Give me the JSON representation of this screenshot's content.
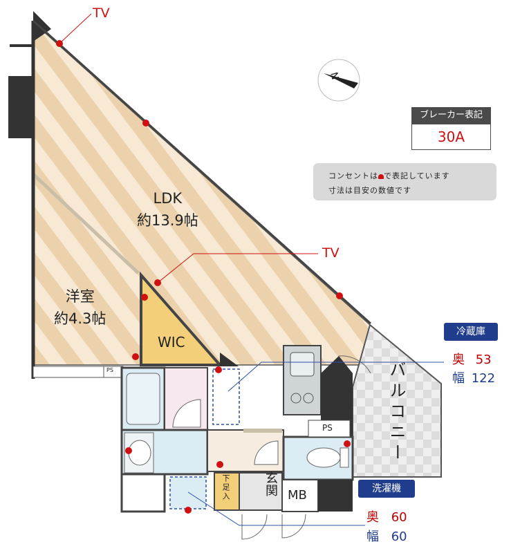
{
  "rooms": {
    "ldk_name": "LDK",
    "ldk_size": "約13.9帖",
    "western_name": "洋室",
    "western_size": "約4.3帖",
    "wic": "WIC",
    "balcony": "バルコニー",
    "entrance": "玄関",
    "shoe_box": "下足入",
    "mb": "MB",
    "ps_top": "PS",
    "ps_right": "PS"
  },
  "tv_labels": [
    "TV",
    "TV"
  ],
  "breaker": {
    "title": "ブレーカー表記",
    "value": "30A"
  },
  "legend_note": {
    "line1_pre": "コンセントは",
    "line1_post": "で表記しています",
    "line2": "寸法は目安の数値です"
  },
  "fridge": {
    "title": "冷蔵庫",
    "depth_label": "奥",
    "depth_value": "53",
    "width_label": "幅",
    "width_value": "122"
  },
  "washer": {
    "title": "洗濯機",
    "depth_label": "奥",
    "depth_value": "60",
    "width_label": "幅",
    "width_value": "60"
  },
  "colors": {
    "floor_stripe_light": "#f6e7cf",
    "floor_stripe_dark": "#ead0aa",
    "wic_floor": "#f2cf78",
    "wet_area": "#dcecf4",
    "balcony_tile": "#e4e4e4",
    "outlet": "#d01010",
    "wall": "#333333",
    "accent_blue": "#1f3d8c",
    "accent_red": "#c00000"
  }
}
